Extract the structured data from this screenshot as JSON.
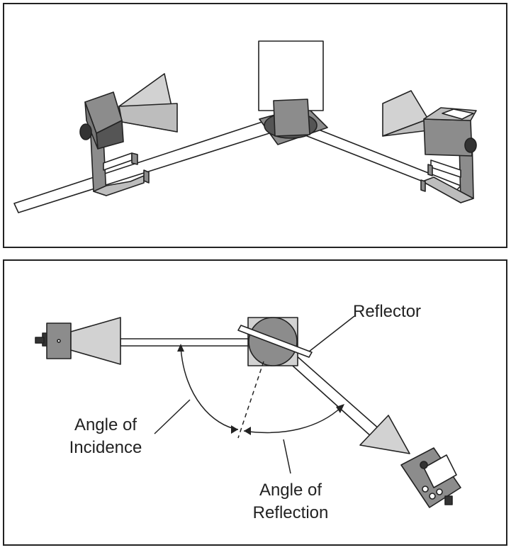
{
  "labels": {
    "reflector": "Reflector",
    "incidence_line1": "Angle of",
    "incidence_line2": "Incidence",
    "reflection_line1": "Angle of",
    "reflection_line2": "Reflection"
  },
  "colors": {
    "outline": "#222222",
    "light_gray": "#d2d2d2",
    "mid_gray": "#8c8c8c",
    "dark_gray": "#555555",
    "background": "#ffffff"
  }
}
